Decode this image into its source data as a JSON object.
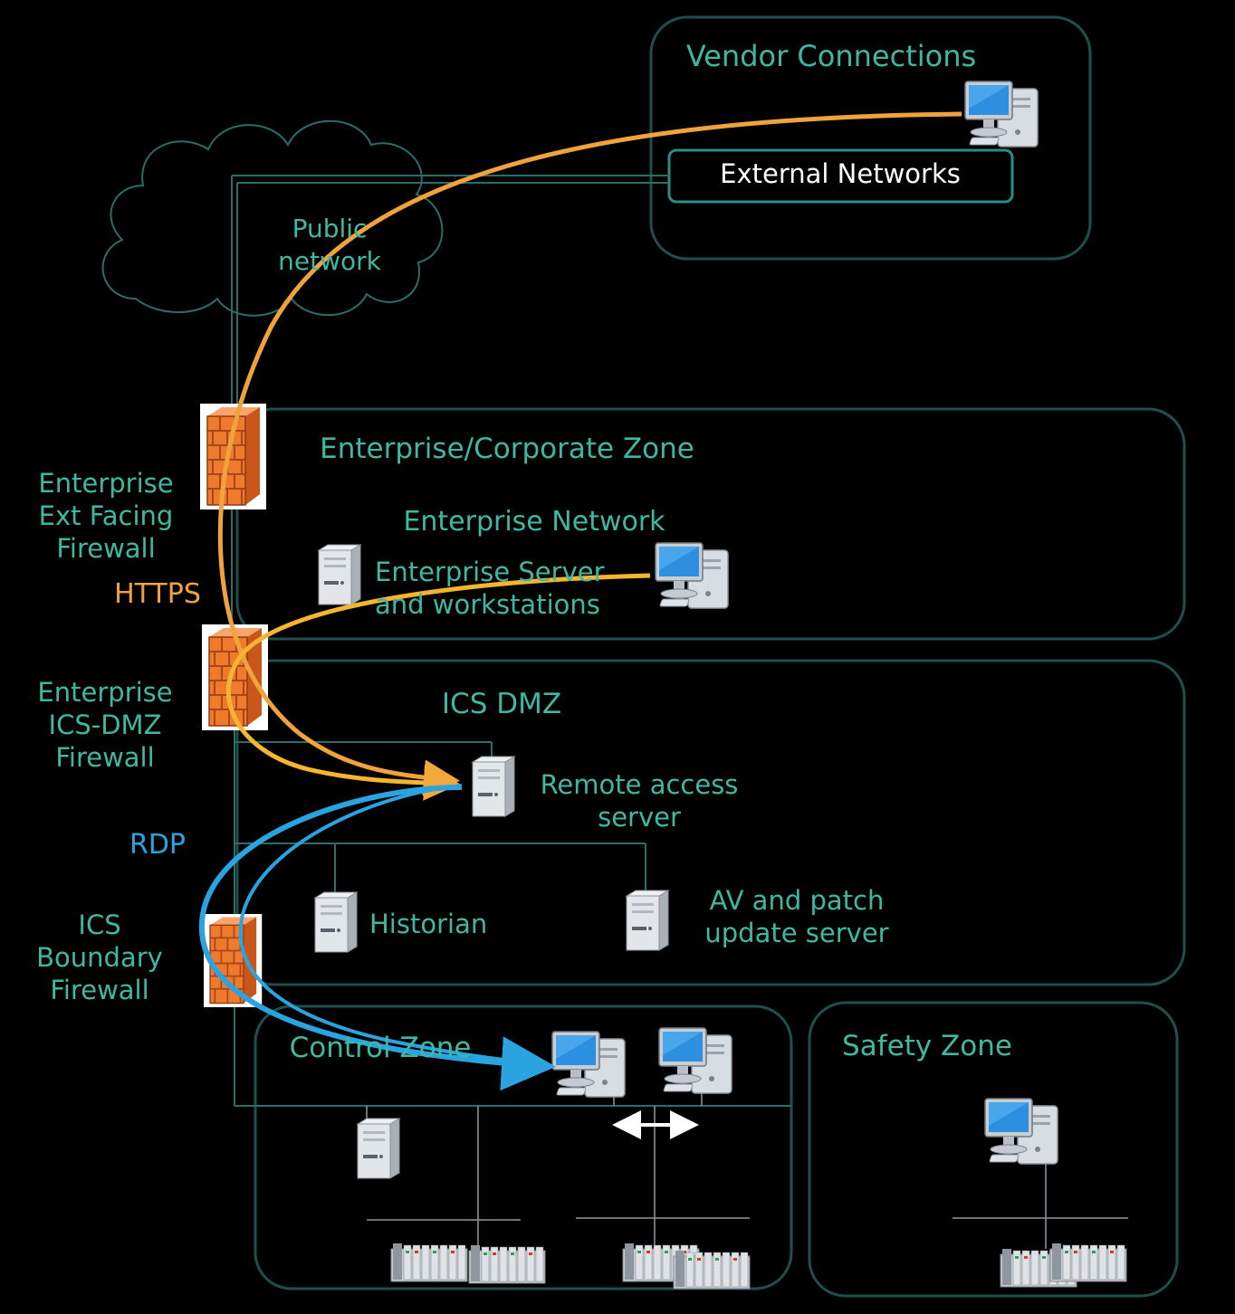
{
  "colors": {
    "background": "#000000",
    "zone_border": "#1f4f4d",
    "label_teal": "#3fb8a3",
    "https_path": "#f0a23c",
    "rdp_path": "#2aa4e0"
  },
  "zones": {
    "vendor": "Vendor Connections",
    "enterprise": "Enterprise/Corporate Zone",
    "ics_dmz": "ICS DMZ",
    "control": "Control Zone",
    "safety": "Safety Zone"
  },
  "external_networks": "External Networks",
  "public_network": {
    "line1": "Public",
    "line2": "network"
  },
  "enterprise_network": "Enterprise Network",
  "enterprise_servers": {
    "line1": "Enterprise Server",
    "line2": "and workstations"
  },
  "remote_access": {
    "line1": "Remote access",
    "line2": "server"
  },
  "historian": "Historian",
  "av_patch": {
    "line1": "AV and patch",
    "line2": "update server"
  },
  "firewalls": {
    "ext_facing": {
      "line1": "Enterprise",
      "line2": "Ext Facing",
      "line3": "Firewall"
    },
    "ics_dmz": {
      "line1": "Enterprise",
      "line2": "ICS-DMZ",
      "line3": "Firewall"
    },
    "ics_boundary": {
      "line1": "ICS",
      "line2": "Boundary",
      "line3": "Firewall"
    }
  },
  "protocols": {
    "https": "HTTPS",
    "rdp": "RDP"
  },
  "icons": {
    "workstation": "desktop-computer-icon",
    "server": "tower-server-icon",
    "firewall": "brick-firewall-icon",
    "plc": "plc-rack-icon",
    "cloud": "cloud-icon"
  }
}
